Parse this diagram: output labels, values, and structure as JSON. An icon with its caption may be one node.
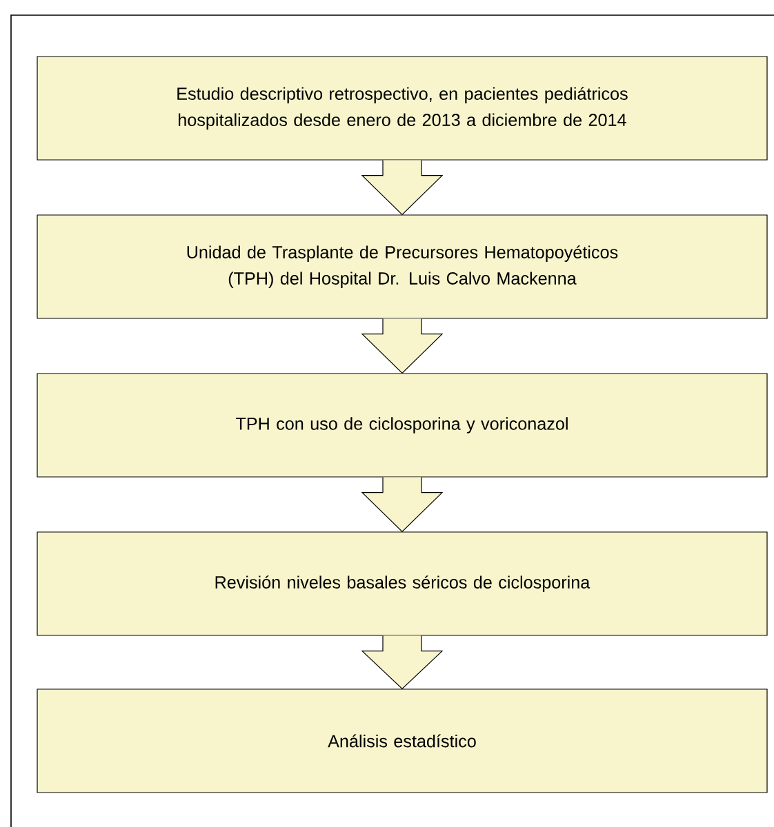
{
  "diagram": {
    "nodes": [
      {
        "text": [
          "Estudio descriptivo retrospectivo, en pacientes pediátricos hospitalizados desde enero de 2013 a diciembre de 2014"
        ]
      },
      {
        "text": [
          "Unidad de Trasplante de Precursores Hematopoyéticos (TPH) del Hospital Dr. Luis Calvo Mackenna"
        ]
      },
      {
        "text": [
          "TPH con uso de ciclosporina y voriconazol"
        ]
      },
      {
        "text": [
          "Revisión niveles basales séricos de ciclosporina"
        ]
      },
      {
        "text": [
          "Análisis estadístico"
        ]
      }
    ],
    "edges": [
      {
        "from": 0,
        "to": 1,
        "arrow": "to"
      },
      {
        "from": 1,
        "to": 2,
        "arrow": "to"
      },
      {
        "from": 2,
        "to": 3,
        "arrow": "to"
      },
      {
        "from": 3,
        "to": 4,
        "arrow": "to"
      }
    ]
  }
}
